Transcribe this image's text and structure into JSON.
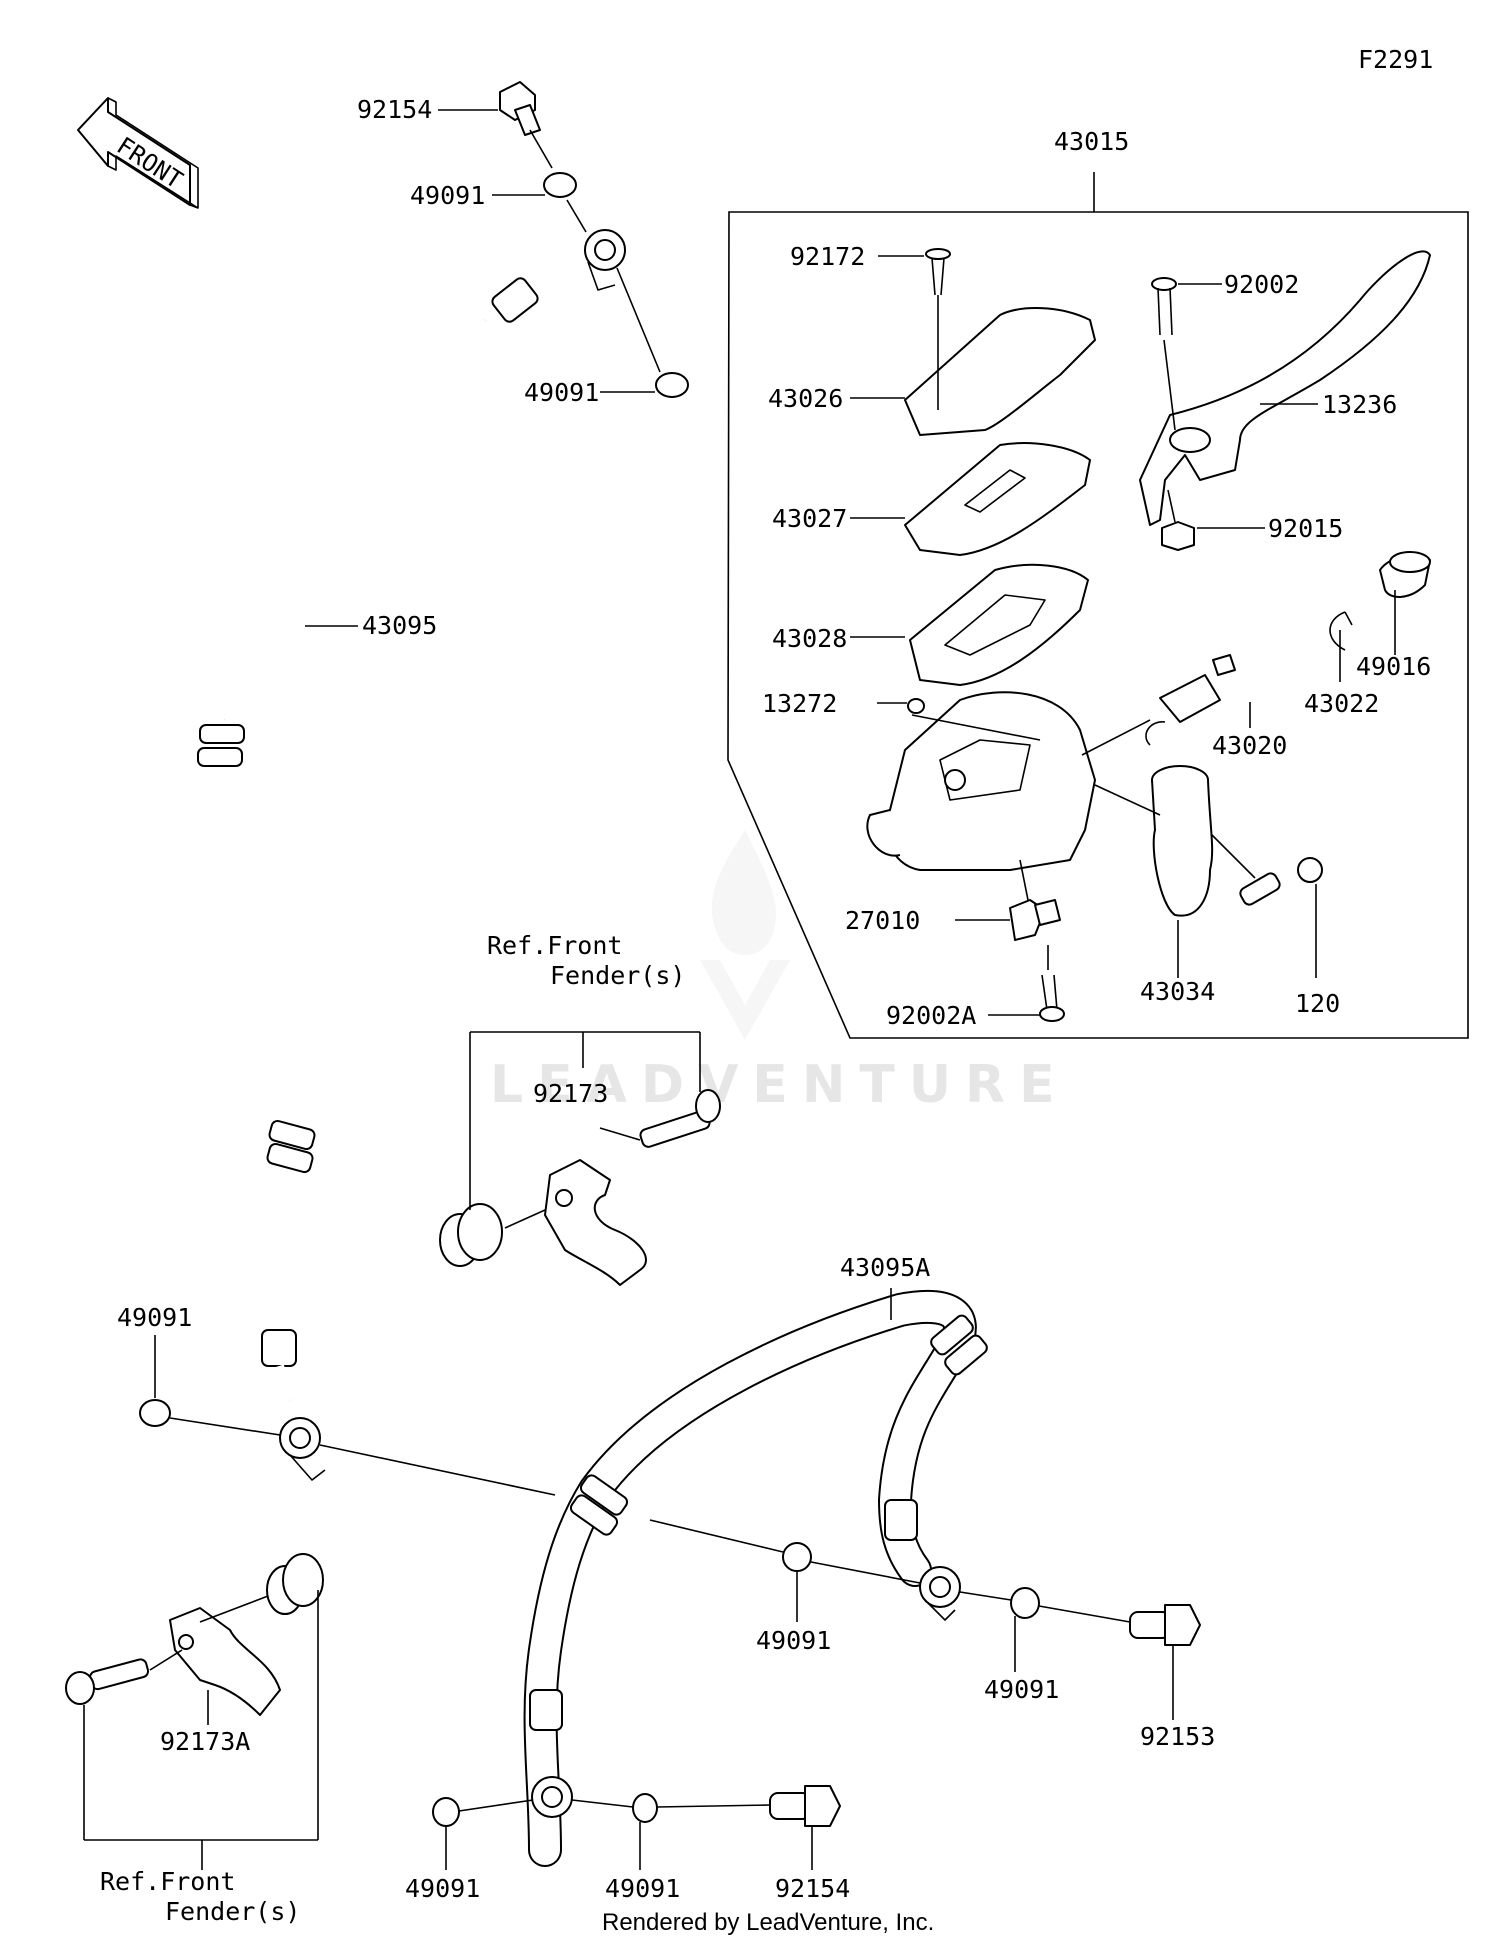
{
  "diagram": {
    "figure_code": "F2291",
    "front_badge": "FRONT",
    "watermark": "LEADVENTURE",
    "footer": "Rendered by LeadVenture, Inc.",
    "ref_front_fender_top": [
      "Ref.Front",
      "Fender(s)"
    ],
    "ref_front_fender_bottom": [
      "Ref.Front",
      "Fender(s)"
    ],
    "part_labels": {
      "p92154_top": "92154",
      "p49091_top1": "49091",
      "p49091_top2": "49091",
      "p43095": "43095",
      "p43015": "43015",
      "p92172": "92172",
      "p92002": "92002",
      "p43026": "43026",
      "p13236": "13236",
      "p43027": "43027",
      "p92015": "92015",
      "p43028": "43028",
      "p49016": "49016",
      "p43022": "43022",
      "p13272": "13272",
      "p43020": "43020",
      "p27010": "27010",
      "p92002A": "92002A",
      "p43034": "43034",
      "p120": "120",
      "p92173": "92173",
      "p43095A": "43095A",
      "p49091_left": "49091",
      "p49091_mid": "49091",
      "p49091_right": "49091",
      "p92153": "92153",
      "p92173A": "92173A",
      "p49091_bot1": "49091",
      "p49091_bot2": "49091",
      "p92154_bot": "92154"
    }
  }
}
